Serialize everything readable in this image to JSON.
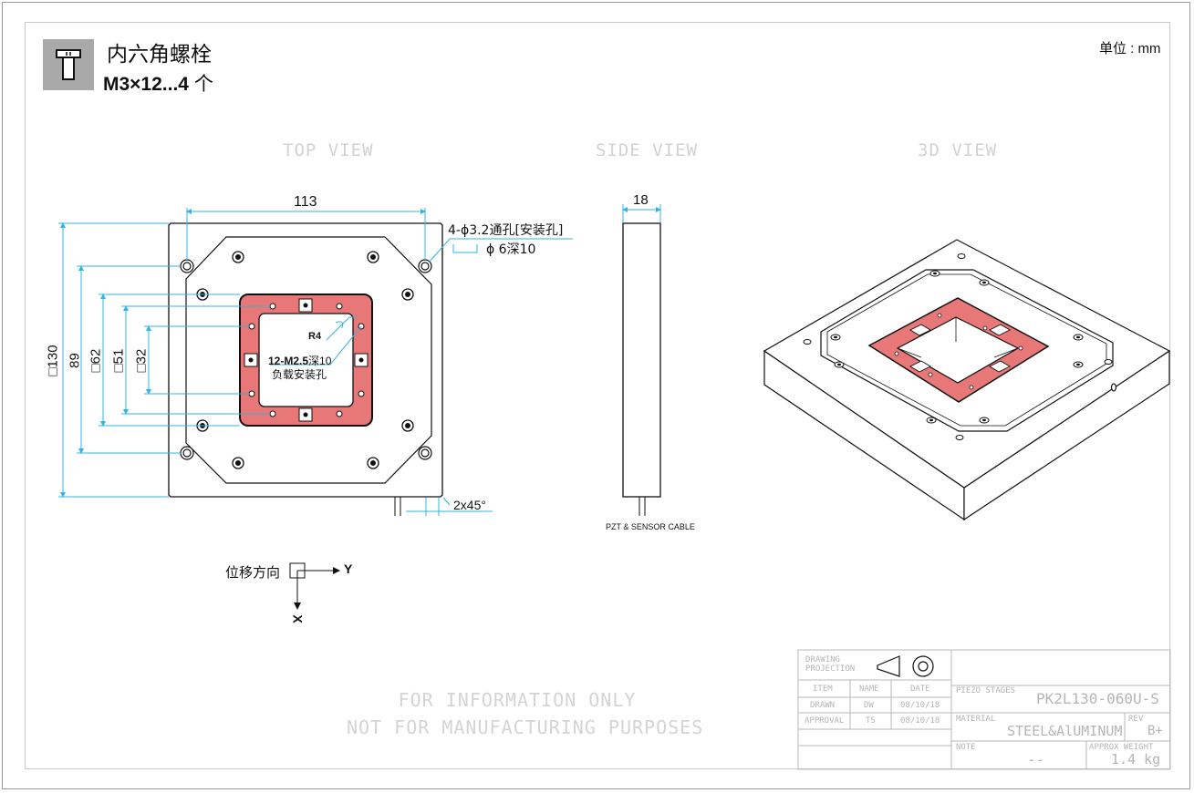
{
  "header": {
    "bolt_title": "内六角螺栓",
    "bolt_spec": "M3×12...4",
    "bolt_qty": " 个",
    "icon": "hex-bolt-icon",
    "unit_label": "单位 : mm"
  },
  "views": {
    "top_view": "TOP VIEW",
    "side_view": "SIDE VIEW",
    "3d_view": "3D VIEW"
  },
  "dimensions": {
    "width": "113",
    "height_outer": "□130",
    "dim_89": "89",
    "dim_62": "□62",
    "dim_51": "□51",
    "dim_32": "□32",
    "radius": "R4",
    "chamfer": "2x45°",
    "side_thickness": "18",
    "mount_holes": "4-ϕ3.2通孔[安装孔]",
    "mount_counterbore": "ϕ 6深10",
    "load_holes_spec": "12-M2.5",
    "load_holes_depth": "深10",
    "load_holes_label": "负载安装孔",
    "cable_label": "PZT & SENSOR CABLE"
  },
  "axes": {
    "label": "位移方向",
    "y": "Y",
    "x": "X"
  },
  "disclaimer": {
    "line1": "FOR INFORMATION ONLY",
    "line2": "NOT FOR MANUFACTURING PURPOSES"
  },
  "title_block": {
    "drawing_projection": "DRAWING PROJECTION",
    "item": "ITEM",
    "name": "NAME",
    "date": "DATE",
    "drawn": "DRAWN",
    "drawn_name": "DW",
    "drawn_date": "08/10/18",
    "approval": "APPROVAL",
    "approval_name": "TS",
    "approval_date": "08/10/18",
    "piezo_stages_label": "PIEZO STAGES",
    "piezo_stages_value": "PK2L130-060U-S",
    "material_label": "MATERIAL",
    "material_value": "STEEL&AlUMINUM",
    "rev_label": "REV",
    "rev_value": "B+",
    "note_label": "NOTE",
    "note_value": "--",
    "weight_label": "APPROX WEIGHT",
    "weight_value": "1.4 kg"
  },
  "colors": {
    "dimension": "#34b4e0",
    "load_region": "#e87878",
    "outline": "#111111",
    "faint_text": "#d2d2d2"
  }
}
